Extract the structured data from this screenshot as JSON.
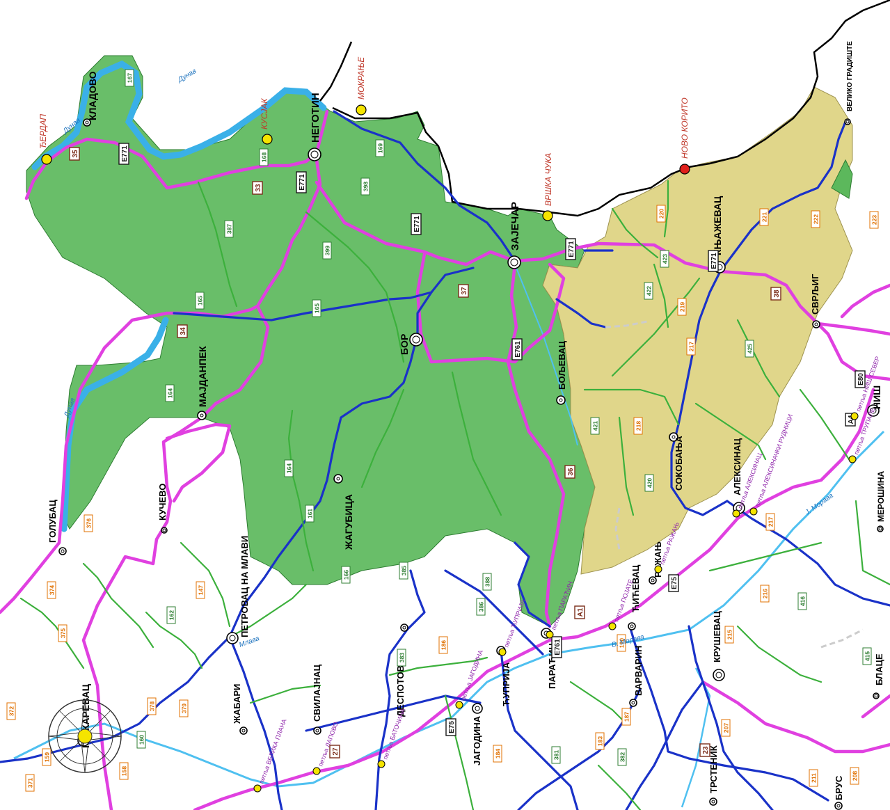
{
  "colors": {
    "region_green": "#5cb85c",
    "region_khaki": "#e0d68a",
    "danube": "#3ab0e8",
    "motorway": "#e040e0",
    "state_blue": "#1a32c8",
    "regional_green": "#3cb03c",
    "border": "#000000",
    "crossing_open": "#f5e400",
    "crossing_closed": "#e0201c"
  },
  "crossings": [
    {
      "label": "ЂЕРДАП",
      "status": "open"
    },
    {
      "label": "КУСЈАК",
      "status": "open"
    },
    {
      "label": "МОКРАЊЕ",
      "status": "open"
    },
    {
      "label": "ВРШКА ЧУКА",
      "status": "open"
    },
    {
      "label": "НОВО КОРИТО",
      "status": "closed"
    }
  ],
  "towns": [
    {
      "label": "КЛАДОВО"
    },
    {
      "label": "НЕГОТИН"
    },
    {
      "label": "ЗАЈЕЧАР"
    },
    {
      "label": "КЊАЖЕВАЦ"
    },
    {
      "label": "СВРЉИГ"
    },
    {
      "label": "БОР"
    },
    {
      "label": "БОЉЕВАЦ"
    },
    {
      "label": "МАЈДАНПЕК"
    },
    {
      "label": "ЖАГУБИЦА"
    },
    {
      "label": "СОКОБАЊА"
    },
    {
      "label": "АЛЕКСИНАЦ"
    },
    {
      "label": "РАЖАЊ"
    },
    {
      "label": "ЋИЋЕВАЦ"
    },
    {
      "label": "КРУШЕВАЦ"
    },
    {
      "label": "ПАРАЋИН"
    },
    {
      "label": "ЋУПРИЈА"
    },
    {
      "label": "ЈАГОДИНА"
    },
    {
      "label": "ДЕСПОТОВАЦ"
    },
    {
      "label": "СВИЛАЈНАЦ"
    },
    {
      "label": "ЖАБАРИ"
    },
    {
      "label": "ПЕТРОВАЦ НА МЛАВИ"
    },
    {
      "label": "КУЧЕВО"
    },
    {
      "label": "ГОЛУБАЦ"
    },
    {
      "label": "ПОЖАРЕВАЦ"
    },
    {
      "label": "ВАРВАРИН"
    },
    {
      "label": "БЛАЦЕ"
    },
    {
      "label": "БРУС"
    },
    {
      "label": "МЕРОШИНА"
    },
    {
      "label": "НИШ"
    },
    {
      "label": "ТРСТЕНИК"
    },
    {
      "label": "ВЕЛИКО ГРАДИШТЕ"
    }
  ],
  "rivers": [
    {
      "label": "Дунав"
    },
    {
      "label": "Млава"
    },
    {
      "label": "В. Морава"
    },
    {
      "label": "Ј. Морава"
    }
  ],
  "routes": [
    {
      "label": "35"
    },
    {
      "label": "E771"
    },
    {
      "label": "33"
    },
    {
      "label": "34"
    },
    {
      "label": "36"
    },
    {
      "label": "37"
    },
    {
      "label": "38"
    },
    {
      "label": "E761"
    },
    {
      "label": "A1"
    },
    {
      "label": "E75"
    },
    {
      "label": "A4"
    },
    {
      "label": "E80"
    },
    {
      "label": "27"
    },
    {
      "label": "23"
    },
    {
      "label": "E761"
    },
    {
      "label": "E771"
    },
    {
      "label": "E771"
    },
    {
      "label": "E771"
    },
    {
      "label": "E75"
    },
    {
      "label": "E771"
    }
  ],
  "regional": [
    {
      "label": "167"
    },
    {
      "label": "169"
    },
    {
      "label": "168"
    },
    {
      "label": "165"
    },
    {
      "label": "387"
    },
    {
      "label": "398"
    },
    {
      "label": "399"
    },
    {
      "label": "165"
    },
    {
      "label": "164"
    },
    {
      "label": "161"
    },
    {
      "label": "164"
    },
    {
      "label": "166"
    },
    {
      "label": "220"
    },
    {
      "label": "423"
    },
    {
      "label": "422"
    },
    {
      "label": "219"
    },
    {
      "label": "217"
    },
    {
      "label": "218"
    },
    {
      "label": "421"
    },
    {
      "label": "420"
    },
    {
      "label": "221"
    },
    {
      "label": "222"
    },
    {
      "label": "223"
    },
    {
      "label": "425"
    },
    {
      "label": "416"
    },
    {
      "label": "215"
    },
    {
      "label": "415"
    },
    {
      "label": "147"
    },
    {
      "label": "162"
    },
    {
      "label": "378"
    },
    {
      "label": "379"
    },
    {
      "label": "160"
    },
    {
      "label": "158"
    },
    {
      "label": "383"
    },
    {
      "label": "184"
    },
    {
      "label": "186"
    },
    {
      "label": "385"
    },
    {
      "label": "386"
    },
    {
      "label": "388"
    },
    {
      "label": "190"
    },
    {
      "label": "187"
    },
    {
      "label": "216"
    },
    {
      "label": "217"
    },
    {
      "label": "376"
    },
    {
      "label": "374"
    },
    {
      "label": "375"
    },
    {
      "label": "372"
    },
    {
      "label": "371"
    },
    {
      "label": "159"
    },
    {
      "label": "211"
    },
    {
      "label": "208"
    },
    {
      "label": "207"
    },
    {
      "label": "183"
    },
    {
      "label": "382"
    },
    {
      "label": "381"
    }
  ],
  "exits": [
    {
      "label": "петља ЋУПРИЈА"
    },
    {
      "label": "петља ЈАГОДИНА"
    },
    {
      "label": "петља ПОЈАТЕ"
    },
    {
      "label": "петља РАЖАЊ"
    },
    {
      "label": "петља ПАРАЋИН"
    },
    {
      "label": "петља АЛЕКСИНАЦ"
    },
    {
      "label": "петља НИШ СЕВЕР"
    },
    {
      "label": "петља ТРУПАЛЕ"
    },
    {
      "label": "петља БАТОЧИНА"
    },
    {
      "label": "петља ВЕЛИКА ПЛАНА"
    },
    {
      "label": "петља ЛАПОВО"
    },
    {
      "label": "петља АЛЕКСИНАЧКИ РУДНИЦИ"
    }
  ]
}
